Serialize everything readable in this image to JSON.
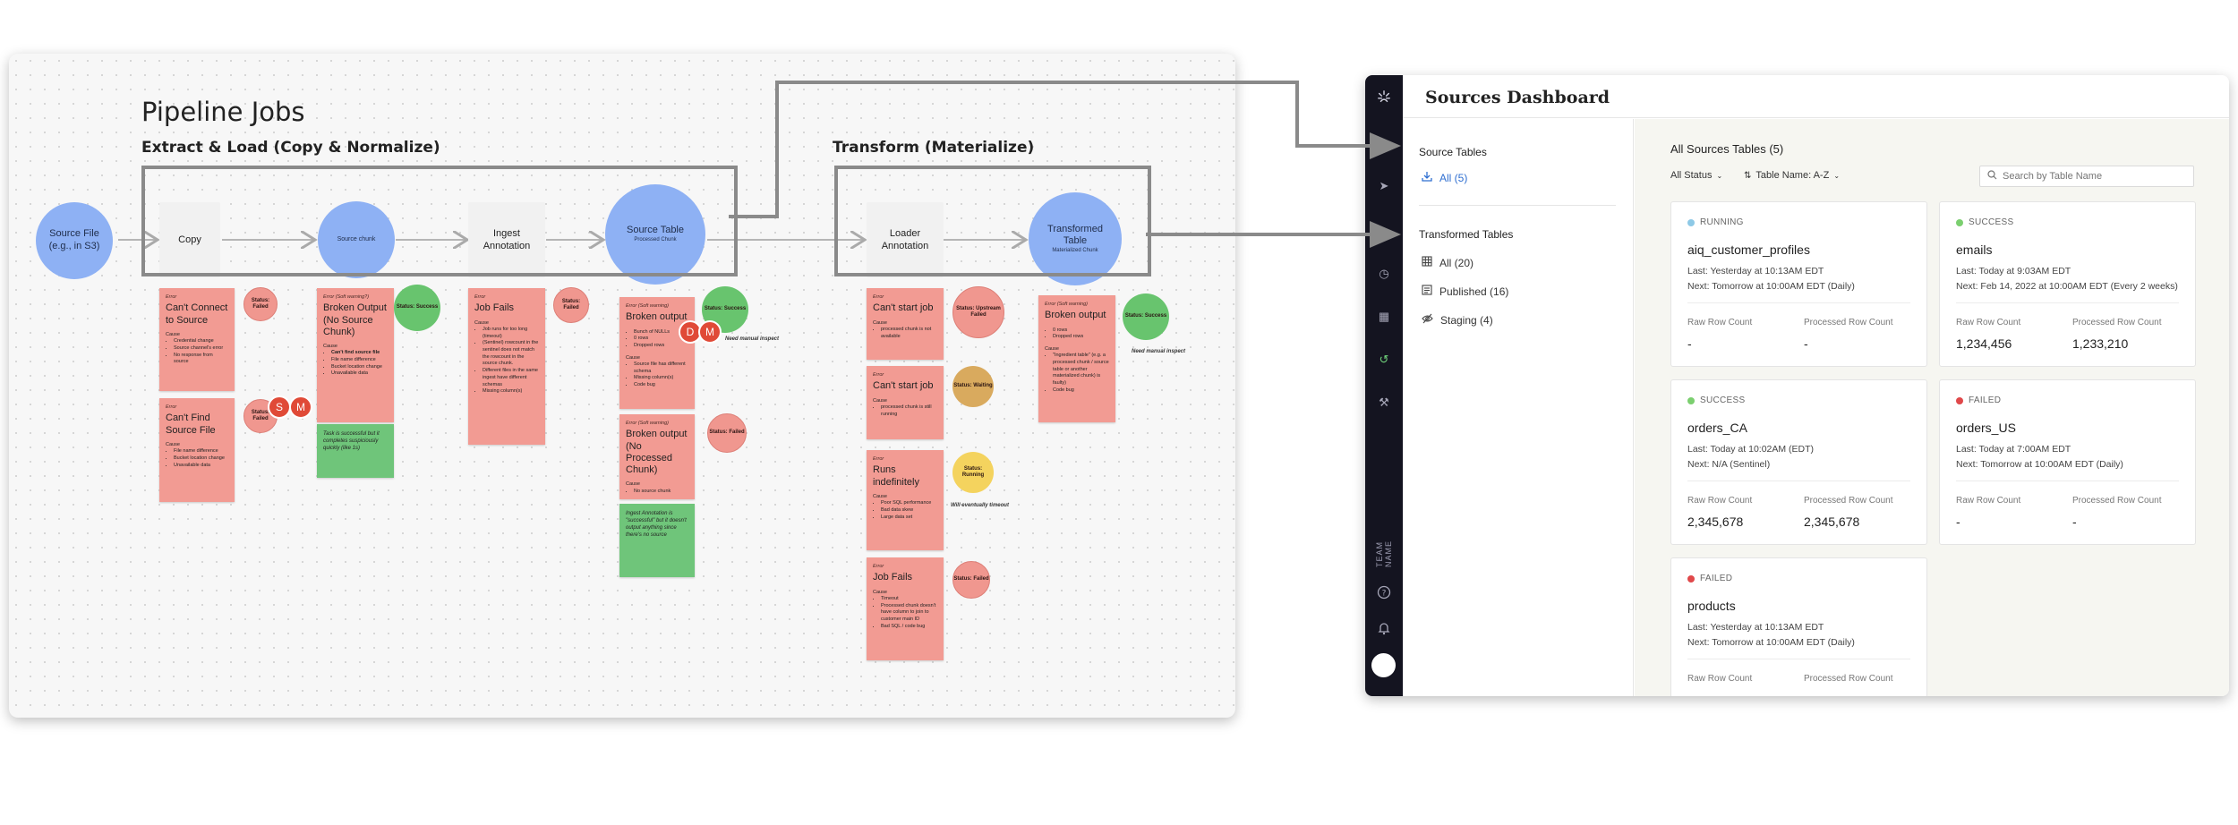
{
  "board": {
    "title": "Pipeline Jobs",
    "extract_title": "Extract & Load (Copy & Normalize)",
    "transform_title": "Transform (Materialize)",
    "source_file": "Source File\n(e.g., in S3)",
    "copy": "Copy",
    "source_chunk": "Source chunk",
    "ingest": "Ingest\nAnnotation",
    "source_table": "Source Table",
    "processed_chunk": "Processed Chunk",
    "loader": "Loader\nAnnotation",
    "transformed_table": "Transformed\nTable",
    "materialized_chunk": "Materialized Chunk",
    "avatars": [
      "S",
      "M",
      "D",
      "M"
    ],
    "stickies": {
      "cc": {
        "kind": "Error",
        "head": "Can't Connect to Source",
        "cause": "Cause",
        "items": [
          "Credential change",
          "Source channel's error",
          "No response from source"
        ]
      },
      "cf": {
        "kind": "Error",
        "head": "Can't Find Source File",
        "cause": "Cause",
        "items": [
          "File name difference",
          "Bucket location change",
          "Unavailable data"
        ]
      },
      "bo": {
        "kind": "Error (Soft warning?)",
        "head": "Broken Output (No Source Chunk)",
        "cause": "Cause",
        "items": [
          "Can't find source file",
          "File name difference",
          "Bucket location change",
          "Unavailable data"
        ]
      },
      "ts": {
        "note": "Task is successful but it completes suspiciously quickly (like 1s)"
      },
      "jf": {
        "kind": "Error",
        "head": "Job Fails",
        "cause": "Cause",
        "items": [
          "Job runs for too long (timeout)",
          "(Sentinel) rowcount in the sentinel does not match the rowcount in the source chunk.",
          "Different files in the same ingest have different schemas",
          "Missing column(s)"
        ]
      },
      "bo1": {
        "kind": "Error (Soft warning)",
        "head": "Broken output",
        "items": [
          "Bunch of NULLs",
          "0 rows",
          "Dropped rows"
        ],
        "cause": "Cause",
        "items2": [
          "Source file has different schema",
          "Missing column(s)",
          "Code bug"
        ]
      },
      "bo2": {
        "kind": "Error (Soft warning)",
        "head": "Broken output (No Processed Chunk)",
        "cause": "Cause",
        "items": [
          "No source chunk"
        ]
      },
      "ia": {
        "note": "Ingest Annotation is \"successful\" but it doesn't output anything since there's no source"
      },
      "cs1": {
        "kind": "Error",
        "head": "Can't start job",
        "cause": "Cause",
        "items": [
          "processed chunk is not available"
        ]
      },
      "cs2": {
        "kind": "Error",
        "head": "Can't start job",
        "cause": "Cause",
        "items": [
          "processed chunk is still running"
        ]
      },
      "ri": {
        "kind": "Error",
        "head": "Runs indefinitely",
        "cause": "Cause",
        "items": [
          "Poor SQL performance",
          "Bad data skew",
          "Large data set"
        ]
      },
      "jf2": {
        "kind": "Error",
        "head": "Job Fails",
        "cause": "Cause",
        "items": [
          "Timeout",
          "Processed chunk doesn't have column to join to customer main ID",
          "Bad SQL / code bug"
        ]
      },
      "bo3": {
        "kind": "Error (Soft warning)",
        "head": "Broken output",
        "items": [
          "0 rows",
          "Dropped rows"
        ],
        "cause": "Cause",
        "items2": [
          "\"Ingredient table\" (e.g. a processed chunk / source table or another materialized chunk) is faulty)",
          "Code bug"
        ]
      }
    },
    "statuses": {
      "failed": "Status: Failed",
      "success": "Status: Success",
      "upstream_failed": "Status: Upstream Failed",
      "waiting": "Status: Waiting",
      "running": "Status: Running"
    },
    "remarks": {
      "manual1": "Need manual inspect",
      "manual2": "Need manual inspect",
      "timeout": "Will eventually timeout"
    }
  },
  "dashboard": {
    "title": "Sources Dashboard",
    "team_name": "TEAM NAME",
    "source_tables_label": "Source Tables",
    "source_all": "All (5)",
    "transformed_label": "Transformed Tables",
    "trans_all": "All (20)",
    "trans_published": "Published (16)",
    "trans_staging": "Staging (4)",
    "main_title": "All Sources Tables (5)",
    "filter_status": "All Status",
    "filter_sort": "Table Name: A-Z",
    "search_placeholder": "Search by Table Name",
    "colors": {
      "running": "#8ec9e6",
      "success": "#7bcf6f",
      "failed": "#e0484a",
      "accent": "#2f6fd1",
      "rail": "#141420"
    },
    "cards": [
      {
        "status": "RUNNING",
        "status_color": "#8ec9e6",
        "name": "aiq_customer_profiles",
        "last": "Last: Yesterday at 10:13AM EDT",
        "next": "Next: Tomorrow at 10:00AM EDT (Daily)",
        "raw_label": "Raw Row Count",
        "proc_label": "Processed Row Count",
        "raw": "-",
        "proc": "-"
      },
      {
        "status": "SUCCESS",
        "status_color": "#7bcf6f",
        "name": "emails",
        "last": "Last: Today at 9:03AM EDT",
        "next": "Next: Feb 14, 2022 at 10:00AM EDT (Every 2 weeks)",
        "raw_label": "Raw Row Count",
        "proc_label": "Processed Row Count",
        "raw": "1,234,456",
        "proc": "1,233,210"
      },
      {
        "status": "SUCCESS",
        "status_color": "#7bcf6f",
        "name": "orders_CA",
        "last": "Last: Today at 10:02AM (EDT)",
        "next": "Next: N/A (Sentinel)",
        "raw_label": "Raw Row Count",
        "proc_label": "Processed Row Count",
        "raw": "2,345,678",
        "proc": "2,345,678"
      },
      {
        "status": "FAILED",
        "status_color": "#e0484a",
        "name": "orders_US",
        "last": "Last: Today at 7:00AM EDT",
        "next": "Next: Tomorrow at 10:00AM EDT (Daily)",
        "raw_label": "Raw Row Count",
        "proc_label": "Processed Row Count",
        "raw": "-",
        "proc": "-"
      },
      {
        "status": "FAILED",
        "status_color": "#e0484a",
        "name": "products",
        "last": "Last: Yesterday at 10:13AM EDT",
        "next": "Next: Tomorrow at 10:00AM EDT (Daily)",
        "raw_label": "Raw Row Count",
        "proc_label": "Processed Row Count",
        "raw": "",
        "proc": ""
      }
    ]
  }
}
